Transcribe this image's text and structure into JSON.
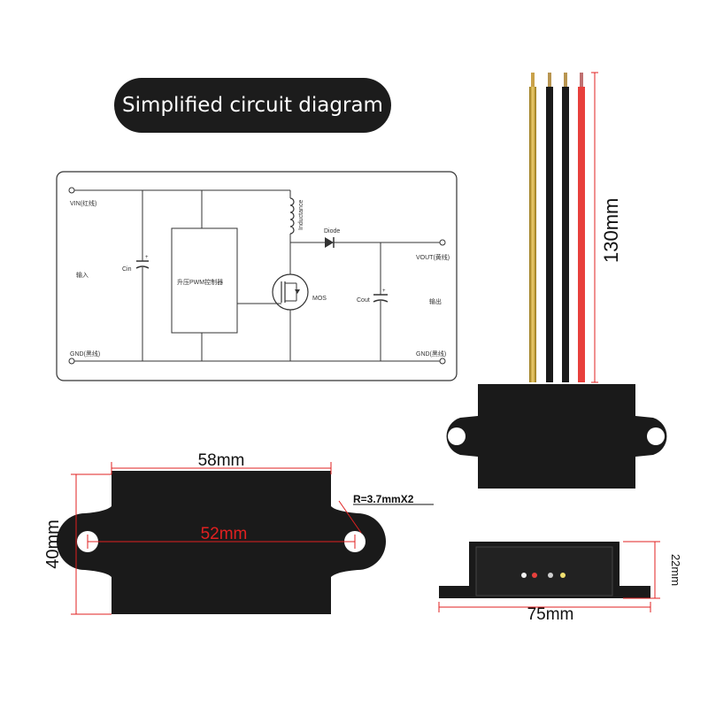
{
  "title": "Simplified circuit diagram",
  "circuit": {
    "vin_label": "VIN(红线)",
    "gnd_in_label": "GND(黑线)",
    "input_label": "输入",
    "cin_label": "Cin",
    "controller_label": "升压PWM控制器",
    "inductance_label": "Inductance",
    "diode_label": "Diode",
    "mos_label": "MOS",
    "cout_label": "Cout",
    "vout_label": "VOUT(黄线)",
    "gnd_out_label": "GND(黑线)",
    "output_label": "输出"
  },
  "dimensions": {
    "wire_length": "130mm",
    "width_outer": "58mm",
    "hole_spacing": "52mm",
    "height": "40mm",
    "radius_note": "R=3.7mmX2",
    "thickness": "22mm",
    "total_width": "75mm"
  },
  "wire_colors": [
    "#e6b422",
    "#1a1a1a",
    "#1a1a1a",
    "#e8403c"
  ],
  "pin_colors": [
    "#f2f2f2",
    "#e8403c",
    "#cfcfcf",
    "#f0e070"
  ],
  "accent_dimension_color": "#e02020",
  "module_color": "#1a1a1a"
}
